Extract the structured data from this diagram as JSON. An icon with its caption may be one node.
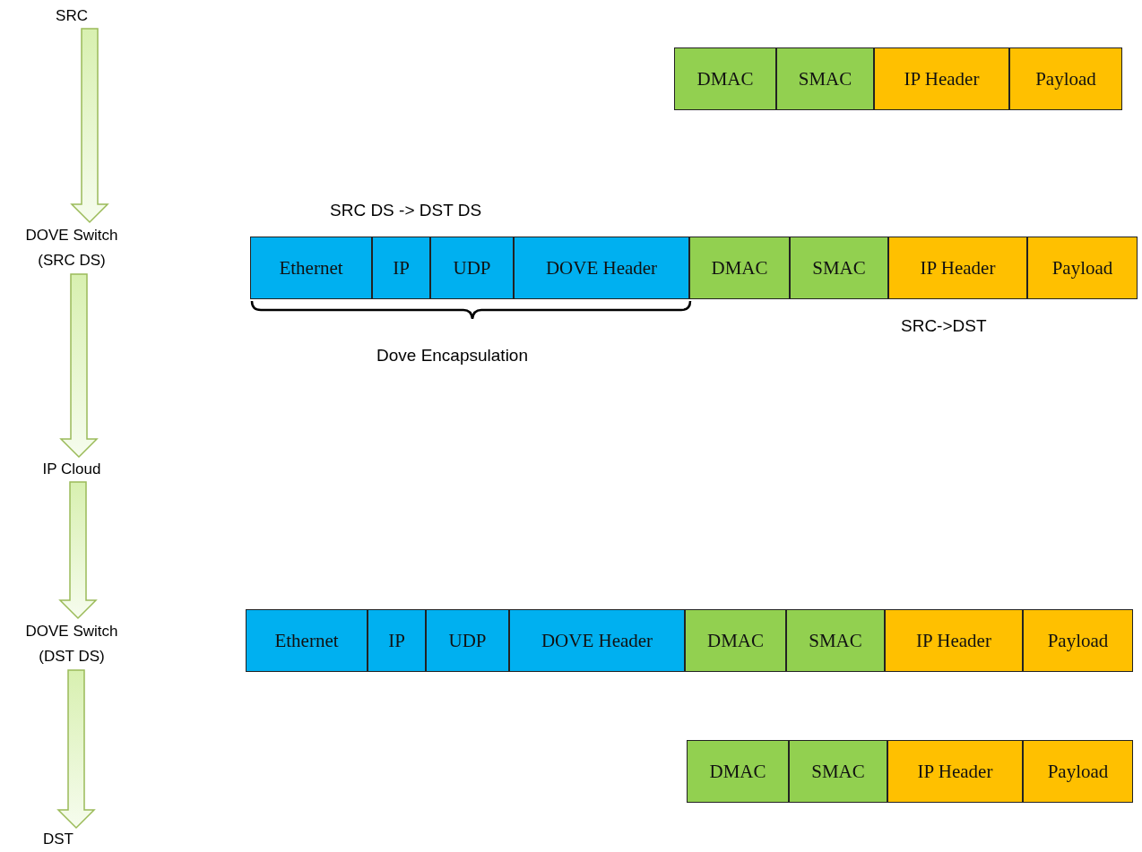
{
  "diagram": {
    "nodes": [
      {
        "text": [
          "SRC"
        ]
      },
      {
        "text": [
          "DOVE Switch (SRC DS)"
        ]
      },
      {
        "text": [
          "IP Cloud"
        ]
      },
      {
        "text": [
          "DOVE Switch (DST DS)"
        ]
      },
      {
        "text": [
          "DST"
        ]
      },
      {
        "text": [
          "DMAC"
        ]
      },
      {
        "text": [
          "SMAC"
        ]
      },
      {
        "text": [
          "IP Header"
        ]
      },
      {
        "text": [
          "Payload"
        ]
      },
      {
        "text": [
          "Ethernet"
        ]
      },
      {
        "text": [
          "IP"
        ]
      },
      {
        "text": [
          "UDP"
        ]
      },
      {
        "text": [
          "DOVE Header"
        ]
      },
      {
        "text": [
          "DMAC"
        ]
      },
      {
        "text": [
          "SMAC"
        ]
      },
      {
        "text": [
          "IP Header"
        ]
      },
      {
        "text": [
          "Payload"
        ]
      },
      {
        "text": [
          "Ethernet"
        ]
      },
      {
        "text": [
          "IP"
        ]
      },
      {
        "text": [
          "UDP"
        ]
      },
      {
        "text": [
          "DOVE Header"
        ]
      },
      {
        "text": [
          "DMAC"
        ]
      },
      {
        "text": [
          "SMAC"
        ]
      },
      {
        "text": [
          "IP Header"
        ]
      },
      {
        "text": [
          "Payload"
        ]
      },
      {
        "text": [
          "DMAC"
        ]
      },
      {
        "text": [
          "SMAC"
        ]
      },
      {
        "text": [
          "IP Header"
        ]
      },
      {
        "text": [
          "Payload"
        ]
      }
    ],
    "edges": [
      {
        "from": 0,
        "to": 1,
        "arrow": "to"
      },
      {
        "from": 1,
        "to": 2,
        "arrow": "to"
      },
      {
        "from": 2,
        "to": 3,
        "arrow": "to"
      },
      {
        "from": 3,
        "to": 4,
        "arrow": "to"
      }
    ],
    "labels": [
      "SRC DS -> DST DS",
      "SRC->DST",
      "Dove Encapsulation"
    ]
  }
}
